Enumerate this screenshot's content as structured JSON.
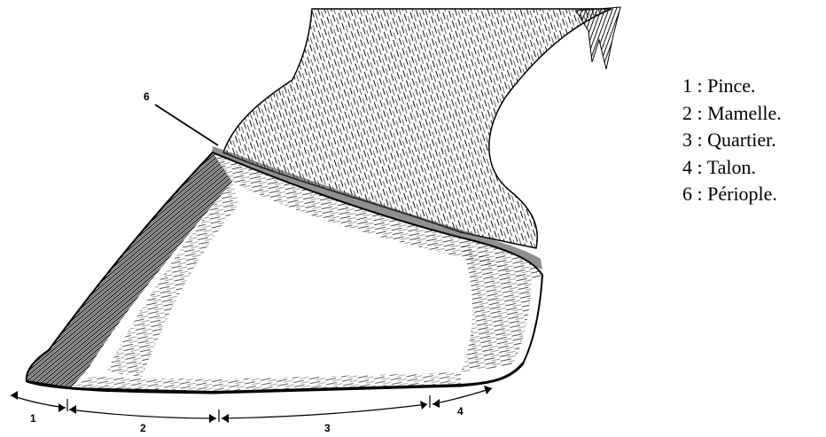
{
  "diagram": {
    "callout_number": "6",
    "segments": [
      {
        "number": "1"
      },
      {
        "number": "2"
      },
      {
        "number": "3"
      },
      {
        "number": "4"
      }
    ]
  },
  "legend": [
    {
      "text": "1 : Pince."
    },
    {
      "text": "2 : Mamelle."
    },
    {
      "text": "3 : Quartier."
    },
    {
      "text": "4 : Talon."
    },
    {
      "text": "6 : Périople."
    }
  ]
}
